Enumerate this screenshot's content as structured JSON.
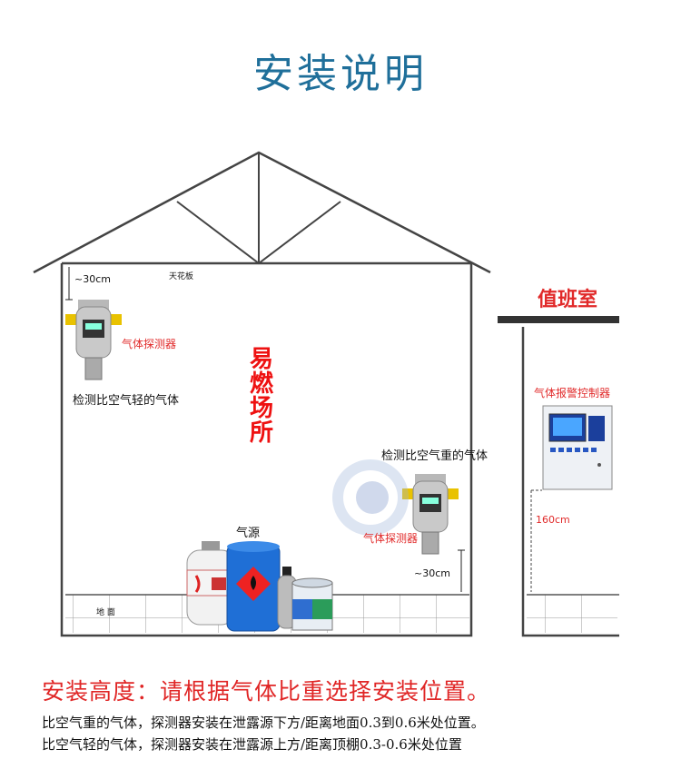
{
  "title": "安装说明",
  "labels": {
    "ceiling_gap": "~30cm",
    "ceiling": "天花板",
    "detector_top": "气体探测器",
    "light_gas": "检测比空气轻的气体",
    "hazard_area": [
      "易",
      "燃",
      "场",
      "所"
    ],
    "heavy_gas": "检测比空气重的气体",
    "gas_source": "气源",
    "detector_bottom": "气体探测器",
    "floor_gap": "~30cm",
    "floor": "地 面",
    "duty_room": "值班室",
    "controller": "气体报警控制器",
    "controller_height": "160cm"
  },
  "bottom": {
    "headline": "安装高度：请根据气体比重选择安装位置。",
    "line1": "比空气重的气体，探测器安装在泄露源下方/距离地面0.3到0.6米处位置。",
    "line2": "比空气轻的气体，探测器安装在泄露源上方/距离顶棚0.3-0.6米处位置"
  },
  "colors": {
    "title": "#1f6f9a",
    "accent_red": "#e12a2a",
    "detector_yellow": "#e9c200",
    "drum_blue": "#1f6fd6"
  }
}
